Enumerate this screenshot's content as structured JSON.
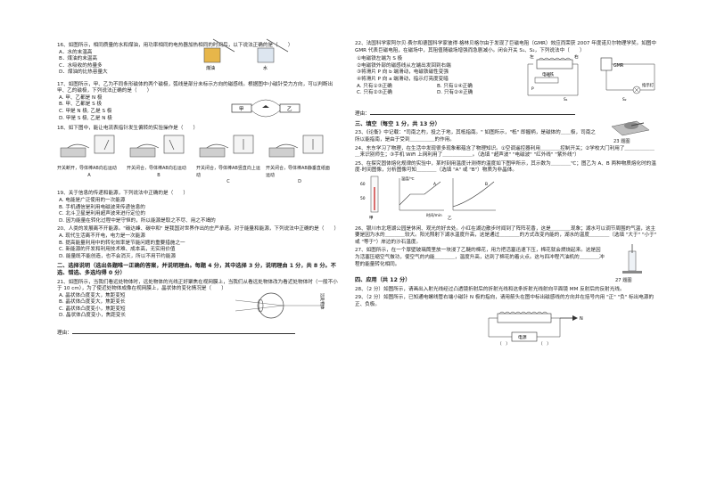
{
  "left": {
    "q16": {
      "stem": "16、如图所示，相同质量的水和煤油，用功率相同的电热器加热相同的时间后，以下说法正确的是（　　）",
      "options": [
        "A．水的末温高",
        "B．煤油的末温高",
        "C．水吸收的热量多",
        "D．煤油的比热容量大"
      ],
      "fig_labels": [
        "煤油",
        "水"
      ]
    },
    "q17": {
      "stem": "17、如图所示，甲、乙为不同条形磁体的两个磁极，弧线是部分未标示方向的磁感线。根据图中小磁针受力方向，可以判断出甲、乙的磁极，下列说法正确的是（　　）",
      "options": [
        "A. 甲、乙都是 N 极",
        "B. 甲、乙都是 S 极",
        "C. 甲是 N 极, 乙是 S 极",
        "D. 甲是 S 极, 乙是 N 极"
      ],
      "fig_labels": [
        "甲",
        "乙"
      ]
    },
    "q18": {
      "stem": "18、如下图中，能让电流表指针发生偏转的实验操作是（　　）",
      "panels": [
        {
          "caption": "开关断开，导体棒AB向右运动",
          "letter": "A"
        },
        {
          "caption": "开关闭合，导体棒AB向右运动",
          "letter": "B"
        },
        {
          "caption": "开关闭合，导体棒AB竖直向上运动",
          "letter": "C"
        },
        {
          "caption": "开关闭合，导体棒AB静垂直纸面运动",
          "letter": "D"
        }
      ]
    },
    "q19": {
      "stem": "19、关于信息的传递和能源，下列说法中正确的是（　　）",
      "options": [
        "A. 电能是广泛使用的一次能源",
        "B. 手机通信是利用电磁波来传递信息的",
        "C. 北斗卫星是利用超声波来进行定位的",
        "D. 因为能量在转化过程中是守恒的，所以能源是取之不尽、用之不竭的"
      ]
    },
    "q20": {
      "stem": "20、人类的发展离不开能源。\"碳达峰、碳中和\" 是我国对世界作出的庄严承诺。对于能量和能源，下列说法中正确的是（　　）",
      "options": [
        "A. 现代生活离不开电，电力是一次能源",
        "B. 提高能量利用中的转化效率是节能问题的重要措施之一",
        "C. 新能源的开发和利用技术难、成本高，无实用价值",
        "D. 能量既不能创造，也不会消灭，所以不用节约能源"
      ]
    },
    "section2": {
      "title": "二、选择说明（选出各题唯一正确的答案，并说明理由。每题 4 分，其中选择 3 分，说明理由 1 分，共 8 分。不选、错选、多选均得 0 分）"
    },
    "q21": {
      "stem": "21、如图所示，当我们看远处物体时，远处物体的光线正好聚焦在视网膜上，当我们从看远处物体改为看近处物体时（一般不小于 10 cm），为了使近处物体成像在视网膜上，晶状体的变化情况是（　　）",
      "options": [
        "A. 晶状体凸度变大，焦距变短",
        "B. 晶状体凸度变大，焦距变长",
        "C. 晶状体凸度变小，焦距变短",
        "D. 晶状体凸度变小，焦距变长"
      ],
      "fig_label": "远处物体",
      "reason": "理由："
    }
  },
  "right": {
    "q22": {
      "stem": "22、法国科学家阿尔贝·费尔和德国科学家彼得·格林贝格尔由于发现了巨磁电阻（GMR）效应而荣获 2007 年度诺贝尔物理学奖。如图中 GMR 代表巨磁电阻，在磁场中，其阻值随磁场增强而急剧减小。闭合开关 S₁、S₂，下列说法中（　　）",
      "items": [
        "①电磁铁左端为 S 极",
        "②电磁铁外部的磁感线从左端出发回到右端",
        "③将滑片 P 向 b 端滑动，电磁铁磁性变强",
        "④将滑片 P 向 a 端滑动，指示灯亮度变暗"
      ],
      "options": [
        "A. 只有①③正确",
        "B. 只有①④正确",
        "C. 只有②③正确",
        "D. 只有②④正确"
      ],
      "fig_labels": [
        "左",
        "右",
        "GMR",
        "电磁铁",
        "指示灯",
        "S₁",
        "S₂",
        "P"
      ],
      "reason": "理由："
    },
    "section3": {
      "title": "三、填空（每空 1 分，共 13 分）"
    },
    "q23": {
      "stem": "23、《论衡》中记载：\"司南之杓，投之于地，其柢指南。\" 如图所示，\"柢\" 即握柄，是磁体的＿＿极，司南之所以能指南，是由于受到＿＿＿＿＿的作用。",
      "fig_label": "23 题图"
    },
    "q24": {
      "stem": "24、东东学习了物理，在生活中发现很多现象都蕴含了物理知识。①空调遥控器利用＿＿＿＿控制开关；②学校大门利用了＿＿＿＿＿＿＿来识别师生；③手机 WiFi 上网利用了＿＿＿＿＿＿。（选填 \"超声波\" \"电磁波\" \"红外线\" \"紫外线\"）"
    },
    "q25": {
      "stem": "25、在探究固体熔化规律的实验中，某时刻用温度计测得的温度如下图甲所示，其示数为＿＿＿＿℃；图乙为 A、B 两种物质熔化时的温度-时间图像，分析图像可知＿＿＿＿（选填 \"A\" 或 \"B\"）物质为非晶体。",
      "fig_labels": [
        "甲",
        "乙",
        "温度/℃",
        "时间/min",
        "A",
        "B",
        "60",
        "50"
      ]
    },
    "q26": {
      "stem": "26、银川市北塔湖公园是休闲、观光的好去处。小红在湖边散步时闻到了阵阵花香，这是＿＿＿＿现象；湖水可以调节周围的气温，这主要是因为水的＿＿＿＿较大。阳光照射下湖水温度升高，这是通过＿＿＿＿的方式改变内能的，湖水的温度＿＿＿＿（选填 \"大于\" \"小于\" 或 \"等于\"）岸边的沙石温度。"
    },
    "q27": {
      "stem": "27、如图所示，在一个厚壁玻璃筒里放一块浸了乙醚的棉花，用力把活塞迅速下压，棉花就会燃烧起来。这是因为活塞压缩空气做功，使空气的内能＿＿＿＿，温度升高，达到了棉花的着火点。这与四冲程汽油机的＿＿＿＿冲程的能量转化相同。",
      "fig_label": "27 题图"
    },
    "section4": {
      "title": "四、应用（共 12 分）"
    },
    "q28": {
      "stem": "28、（2 分）如图所示，请画出入射光线经过凸透镜折射后的折射光线和这条折射光线射向平面镜 MM 反射后的反射光线。"
    },
    "q29": {
      "stem": "29、（2 分）如图所示，已知通电螺线管右端小磁针 N 极的指向，请用箭头在图中标出磁感线的方向并在括号内用 \"正\" \"负\" 标出电源的正、负极。",
      "fig_labels": [
        "N",
        "电源",
        "（　）",
        "（　）"
      ]
    }
  }
}
